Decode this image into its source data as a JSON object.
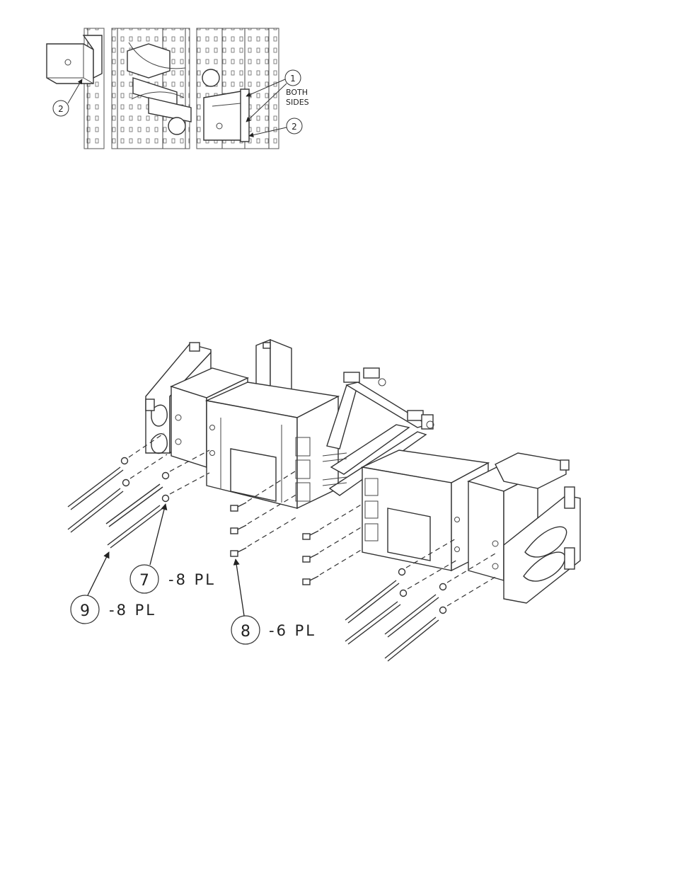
{
  "top_view": {
    "callouts": [
      {
        "number": "2"
      },
      {
        "number": "1",
        "note_line1": "BOTH",
        "note_line2": "SIDES"
      },
      {
        "number": "2"
      }
    ]
  },
  "main_view": {
    "callouts": [
      {
        "number": "7",
        "qty": "-8 PL"
      },
      {
        "number": "9",
        "qty": "-8 PL"
      },
      {
        "number": "8",
        "qty": "-6 PL"
      }
    ]
  }
}
